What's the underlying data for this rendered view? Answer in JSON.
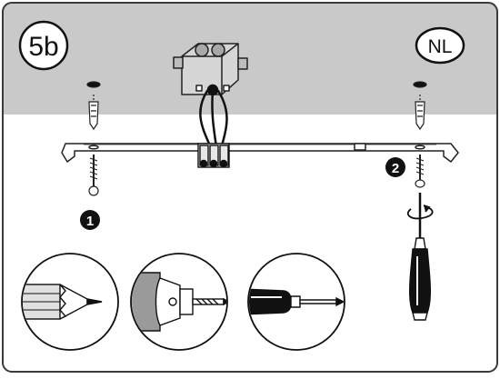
{
  "step_label": "5b",
  "language_badge": "NL",
  "callouts": [
    {
      "number": "1"
    },
    {
      "number": "2"
    }
  ],
  "tool_icons": [
    "pencil-icon",
    "drill-icon",
    "screwdriver-icon"
  ],
  "colors": {
    "ceiling": "#c9c9c9",
    "frame": "#3a3a3a",
    "background": "#ffffff",
    "callout_fill": "#111111"
  }
}
